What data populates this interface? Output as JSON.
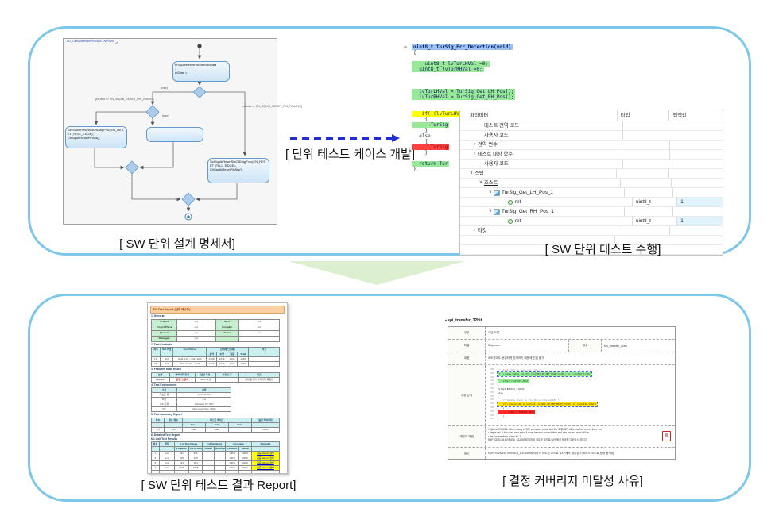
{
  "captions": {
    "design_spec": "[ SW 단위 설계 명세서]",
    "test_exec": "[ SW 단위 테스트 수행]",
    "testcase_dev": "[ 단위 테스트 케이스 개발]",
    "result_report": "[ SW 단위 테스트 결과 Report]",
    "coverage_reason": "[ 결정 커버리지 미달성 사유]"
  },
  "state_diagram": {
    "tab_title": "AD_ClrSquibResetPin logic Overview",
    "entry_state": "erSquibResetPinStsRawData\n;\nerData =",
    "left_state": "SetSquibResetStsOfDiagProc(EN_RESET_RISE_EDGE);\nClrSquibResetPinSts();",
    "mid_state": ";",
    "right_state": "SetSquibResetStsOfDiagProc(EN_RESET_FALL_EDGE);\nClrSquibResetPinSts();",
    "labels": {
      "else1": "[else]",
      "rising": "[erData == EN_SQUIB_RESET_PIN_RISING]",
      "else2": "[else]",
      "falling": "[erData == EN_SQUIB_RESET_PIN_FALLING]"
    }
  },
  "code_editor": {
    "fold_glyph": "⊖",
    "lines": [
      {
        "t": "uint8_t TurSig_Err_Detection(void)",
        "h": "sel"
      },
      {
        "t": "{"
      },
      {
        "t": ""
      },
      {
        "t": "    uint8_t lvTurLHVal =0;",
        "h": "green"
      },
      {
        "t": "  uint8_t lvTurRHVal =0;",
        "h": "green"
      },
      {
        "t": ""
      },
      {
        "t": ""
      },
      {
        "t": ""
      },
      {
        "t": "  lvTurLHVal = TurSig_Get_LH_Pos();",
        "h": "green"
      },
      {
        "t": "  lvTurRHVal = TurSig_Get_RH_Pos();",
        "h": "green"
      },
      {
        "t": ""
      },
      {
        "t": ""
      },
      {
        "t": "   if( (lvTurLHVal ==",
        "h": "yellow"
      },
      {
        "t": "    {"
      },
      {
        "t": "      TurSig",
        "h": "green"
      },
      {
        "t": "    }"
      },
      {
        "t": "  else"
      },
      {
        "t": "    {"
      },
      {
        "t": "      TurSig",
        "h": "red"
      },
      {
        "t": "    }"
      },
      {
        "t": ""
      },
      {
        "t": "  return Tur",
        "h": "green"
      },
      {
        "t": "}"
      }
    ]
  },
  "test_tree": {
    "columns": {
      "param": "파라미터",
      "type": "타입",
      "value": "입력값"
    },
    "rows": [
      {
        "pad": 30,
        "label": "테스트 전역 코드"
      },
      {
        "pad": 30,
        "label": "사용자 코드"
      },
      {
        "pad": 14,
        "chev": ">",
        "label": "전역 변수"
      },
      {
        "pad": 14,
        "chev": ">",
        "label": "테스트 대상 함수"
      },
      {
        "pad": 30,
        "label": "사용자 코드"
      },
      {
        "pad": 10,
        "chev": "v",
        "label": "스텁"
      },
      {
        "pad": 22,
        "chev": "v",
        "label": "호스트",
        "u": true
      },
      {
        "pad": 34,
        "chev": "v",
        "icon": "stub",
        "label": "TurSig_Get_LH_Pos_1"
      },
      {
        "pad": 60,
        "icon": "ret",
        "label": "ret",
        "type": "uint8_t",
        "value": "1"
      },
      {
        "pad": 34,
        "chev": "v",
        "icon": "stub",
        "label": "TurSig_Get_RH_Pos_1"
      },
      {
        "pad": 60,
        "icon": "ret",
        "label": "ret",
        "type": "uint8_t",
        "value": "1"
      },
      {
        "pad": 14,
        "chev": ">",
        "label": "타깃"
      },
      {
        "pad": 4,
        "label": ""
      },
      {
        "pad": 4,
        "label": ""
      }
    ]
  },
  "report": {
    "title": "SW Test Report (단위 테스트)",
    "sections": [
      {
        "heading": "1. General",
        "cls": "t1",
        "cols": [
          20,
          30,
          18,
          32
        ],
        "rows": [
          [
            {
              "t": "Project",
              "c": "g"
            },
            "xxx",
            {
              "t": "MCU",
              "c": "g"
            },
            "xxx"
          ],
          [
            {
              "t": "Project Phase",
              "c": "g"
            },
            "xxx",
            {
              "t": "Compiler",
              "c": "g"
            },
            "xxx"
          ],
          [
            {
              "t": "Product",
              "c": "g"
            },
            "xxx",
            {
              "t": "Tester",
              "c": "g"
            },
            "xxx"
          ],
          [
            {
              "t": "Debugger",
              "c": "g"
            },
            "xxx",
            {
              "t": "",
              "c": "g"
            },
            ""
          ]
        ]
      },
      {
        "heading": "2. Test Contents",
        "cls": "t2",
        "cols": [
          7,
          10,
          26,
          8,
          8,
          8,
          9,
          24
        ],
        "rows": [
          [
            {
              "t": "차수",
              "c": "c"
            },
            {
              "t": "SW 버전",
              "c": "c"
            },
            {
              "t": "Test Period",
              "c": "c"
            },
            {
              "t": "단위테스트(회)",
              "c": "c",
              "s": 4
            },
            {
              "t": "비고",
              "c": "c"
            }
          ],
          [
            {
              "t": "",
              "c": "c"
            },
            {
              "t": "",
              "c": "c"
            },
            {
              "t": "",
              "c": "c"
            },
            {
              "t": "분석",
              "c": "c"
            },
            {
              "t": "수행",
              "c": "c"
            },
            {
              "t": "검증",
              "c": "c"
            },
            {
              "t": "Total",
              "c": "c"
            },
            {
              "t": "",
              "c": "c"
            }
          ],
          [
            "1차",
            "0.9",
            "2011.9.10 ~ 2011.10.2",
            "1049",
            "1049",
            "1049",
            "1049",
            ""
          ],
          [
            "2차",
            "0.9",
            "2011.10.19 ~ 10.26",
            "1049",
            "1049",
            "1049",
            "1049",
            ""
          ]
        ]
      },
      {
        "heading": "3. Features to be tested",
        "cls": "t3",
        "cols": [
          14,
          20,
          16,
          18,
          32
        ],
        "rows": [
          [
            {
              "t": "분류",
              "c": "c"
            },
            {
              "t": "커버리지 종류",
              "c": "c"
            },
            {
              "t": "달성 목표",
              "c": "c"
            },
            {
              "t": "사용 도구",
              "c": "c"
            },
            {
              "t": "비고",
              "c": "c"
            }
          ],
          [
            "Required",
            {
              "t": "문장, 브랜치",
              "c": "red"
            },
            "100% 이상",
            "",
            "전체 함수의 커버리지 목표임"
          ]
        ]
      },
      {
        "heading": "4. Test Environment",
        "cls": "t4",
        "cols": [
          32,
          68
        ],
        "rows": [
          [
            {
              "t": "구분",
              "c": "c"
            },
            {
              "t": "사양",
              "c": "c"
            }
          ],
          [
            "테스트 툴",
            "VectorCAST"
          ],
          [
            "버전",
            "6.2"
          ],
          [
            "OS 환경",
            "Windows XP (SP)"
          ],
          [
            "PC",
            "Intel Core2 Duo / 2GB"
          ]
        ]
      },
      {
        "heading": "5. Test Summary Report",
        "cls": "t5",
        "cols": [
          10,
          14,
          18,
          18,
          18,
          22
        ],
        "rows": [
          [
            {
              "t": "차수",
              "c": "c"
            },
            {
              "t": "함수 개수",
              "c": "c"
            },
            {
              "t": "테스트 케이스",
              "c": "c",
              "s": 3
            },
            {
              "t": "달성 커버리지",
              "c": "c"
            }
          ],
          [
            {
              "t": "",
              "c": "c"
            },
            {
              "t": "",
              "c": "c"
            },
            {
              "t": "Pass",
              "c": "c"
            },
            {
              "t": "Fail",
              "c": "c"
            },
            {
              "t": "Total",
              "c": "c"
            },
            {
              "t": "",
              "c": "c"
            }
          ],
          [
            "1차",
            "292",
            "5498",
            "5498",
            "-",
            "100%"
          ]
        ]
      },
      {
        "heading": "6. Detailed Test Report",
        "sub": "6.1 Unit Test Results",
        "cls": "t6",
        "cols": [
          6,
          12,
          11,
          11,
          9,
          9,
          10,
          10,
          22
        ],
        "rows": [
          [
            {
              "t": "차수",
              "c": "c"
            },
            {
              "t": "항목",
              "c": "c"
            },
            {
              "t": "# of Test Cases",
              "c": "c",
              "s": 2
            },
            {
              "t": "# of Incidents",
              "c": "c",
              "s": 2
            },
            {
              "t": "Coverage",
              "c": "c",
              "s": 2
            },
            {
              "t": "Remarks",
              "c": "c"
            }
          ],
          [
            {
              "t": "",
              "c": "c"
            },
            {
              "t": "",
              "c": "c"
            },
            {
              "t": "Prepared",
              "c": "c"
            },
            {
              "t": "Performed",
              "c": "c"
            },
            {
              "t": "Issued",
              "c": "c"
            },
            {
              "t": "Resolved",
              "c": "c"
            },
            {
              "t": "Planned",
              "c": "c"
            },
            {
              "t": "Actual",
              "c": "c"
            },
            {
              "t": "",
              "c": "c"
            }
          ],
          [
            "1",
            "xxx",
            "941",
            "941",
            "-",
            "-",
            "100%",
            "100%",
            {
              "t": "검증 Report 첨부",
              "c": "y"
            }
          ],
          [
            "2",
            "xxx",
            "228",
            "228",
            "-",
            "-",
            "100%",
            "100%",
            {
              "t": "검증 Report 첨부",
              "c": "y"
            }
          ],
          [
            "3",
            "xxx",
            "194",
            "194",
            "-",
            "-",
            "100%",
            "100%",
            {
              "t": "검증 Report 첨부",
              "c": "y"
            }
          ],
          [
            "4",
            "xxx",
            "1018",
            "1018",
            "-",
            "-",
            "100%",
            "100%",
            {
              "t": "검증 Report 첨부",
              "c": "y"
            }
          ],
          [
            "",
            "",
            "",
            "",
            "",
            "",
            "",
            "",
            ""
          ],
          [
            "",
            "",
            "",
            "",
            "",
            "",
            "",
            "",
            ""
          ],
          [
            "",
            "",
            "",
            "",
            "",
            "",
            "",
            "",
            ""
          ]
        ]
      }
    ]
  },
  "coverage_doc": {
    "title": "▪ spi_transfer_32bit",
    "labels": {
      "category": "구분",
      "file": "파일",
      "func": "함수",
      "summary": "내용",
      "detail": "내용 상세",
      "opinion": "개발자 의견",
      "conclusion": "결론"
    },
    "values": {
      "category": "코딩 오류",
      "file": "Spiproc.c",
      "func": "spi_transfer_32bit",
      "summary": "if 조건에도 동일하게 존재하기 때문에 진입 불가",
      "opinion": "/* @brief E10655: When using LPSPI in master mode and the SR[MBF] bit is read as a one, then, the\n• flag is set. If it is read as a zero, it must be read second time and this second read will be\n• the correct state of the bit. */\nNXP S32K144 ERRATA_E10655에 따라서 의도된 코드로 NXP에서 제공된 디바이스 코드임",
      "conclusion": "NXP S32K144 ERRATA_E10655에 따라서 의도된 코드로 NXP에서 제공된 디바이스 코드로 정상 동작함"
    },
    "pdf_icon_glyph": "≣",
    "code_lines": [
      {
        "n": "388",
        "t": "/* Check that we have got /req */",
        "c": "cm"
      },
      {
        "n": "389",
        "t": "if (((base->SR & (uint32_t)LPSPI_SR_MBF_MASK)>>31U) != ((uint32_t)1U))",
        "c": "green dash"
      },
      {
        "n": "390",
        "t": "{"
      },
      {
        "n": "391",
        "t": "    stBsr = SPISTA_BUSY;",
        "c": "green"
      },
      {
        "n": "392",
        "t": "}"
      },
      {
        "n": "393",
        "t": "#ifdef ERRATA_E10655"
      },
      {
        "n": "394",
        "t": "else"
      },
      {
        "n": "395",
        "t": "{"
      },
      {
        "n": "396",
        "t": "    /* Double check to fix the errata e10655 */",
        "c": "cm"
      },
      {
        "n": "397",
        "t": "    if (((base->SR & (uint32_t)LPSPI_SR_MBF_MASK)>>31U) != ((uint32_t)1U))",
        "c": "yellow dash"
      },
      {
        "n": "398",
        "t": "    {"
      },
      {
        "n": "399",
        "t": "        stBsr = SPISTA_BUSY;",
        "c": "red"
      },
      {
        "n": "400",
        "t": "    }"
      },
      {
        "n": "401",
        "t": "}"
      }
    ]
  },
  "colors": {
    "panel_border": "#7CC7EA",
    "green_arrow": "#DCEFCF",
    "dashed_arrow": "#1F2FD4",
    "highlight_green": "#97E897",
    "highlight_yellow": "#FFFF00",
    "highlight_red": "#FF4040",
    "selection_blue": "#9CC2EE"
  }
}
